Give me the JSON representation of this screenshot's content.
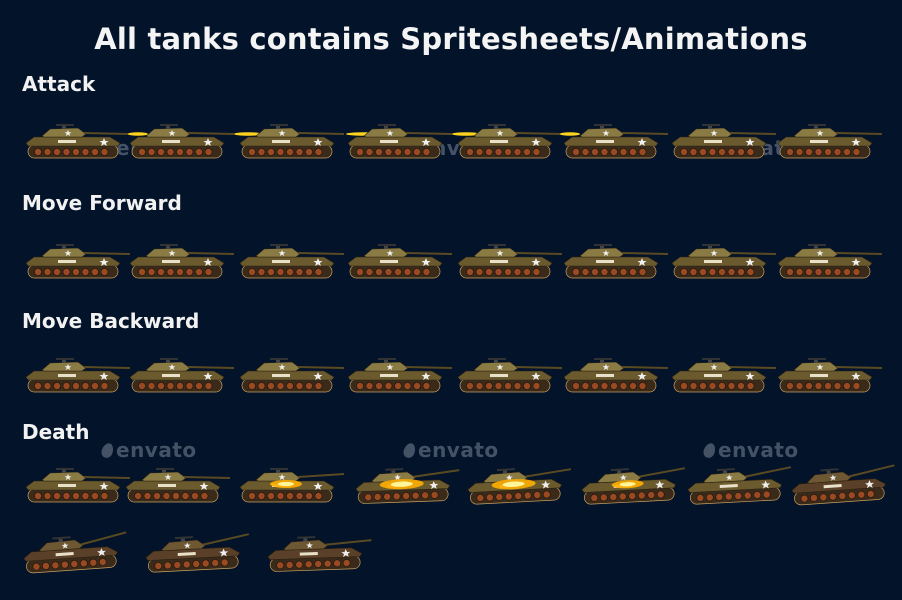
{
  "title": "All tanks contains Spritesheets/Animations",
  "watermark": "envato",
  "colors": {
    "background": "#02132a",
    "hull": "#6b5a2e",
    "turret": "#8a7a44",
    "track": "#3a2a1a",
    "wheel": "#9a4a22",
    "muzzle_flash": "#ffd21c",
    "fire": "#ffae00"
  },
  "sections": [
    {
      "label": "Attack",
      "frames": 8
    },
    {
      "label": "Move Forward",
      "frames": 8
    },
    {
      "label": "Move Backward",
      "frames": 8
    },
    {
      "label": "Death",
      "frames": 11
    }
  ]
}
